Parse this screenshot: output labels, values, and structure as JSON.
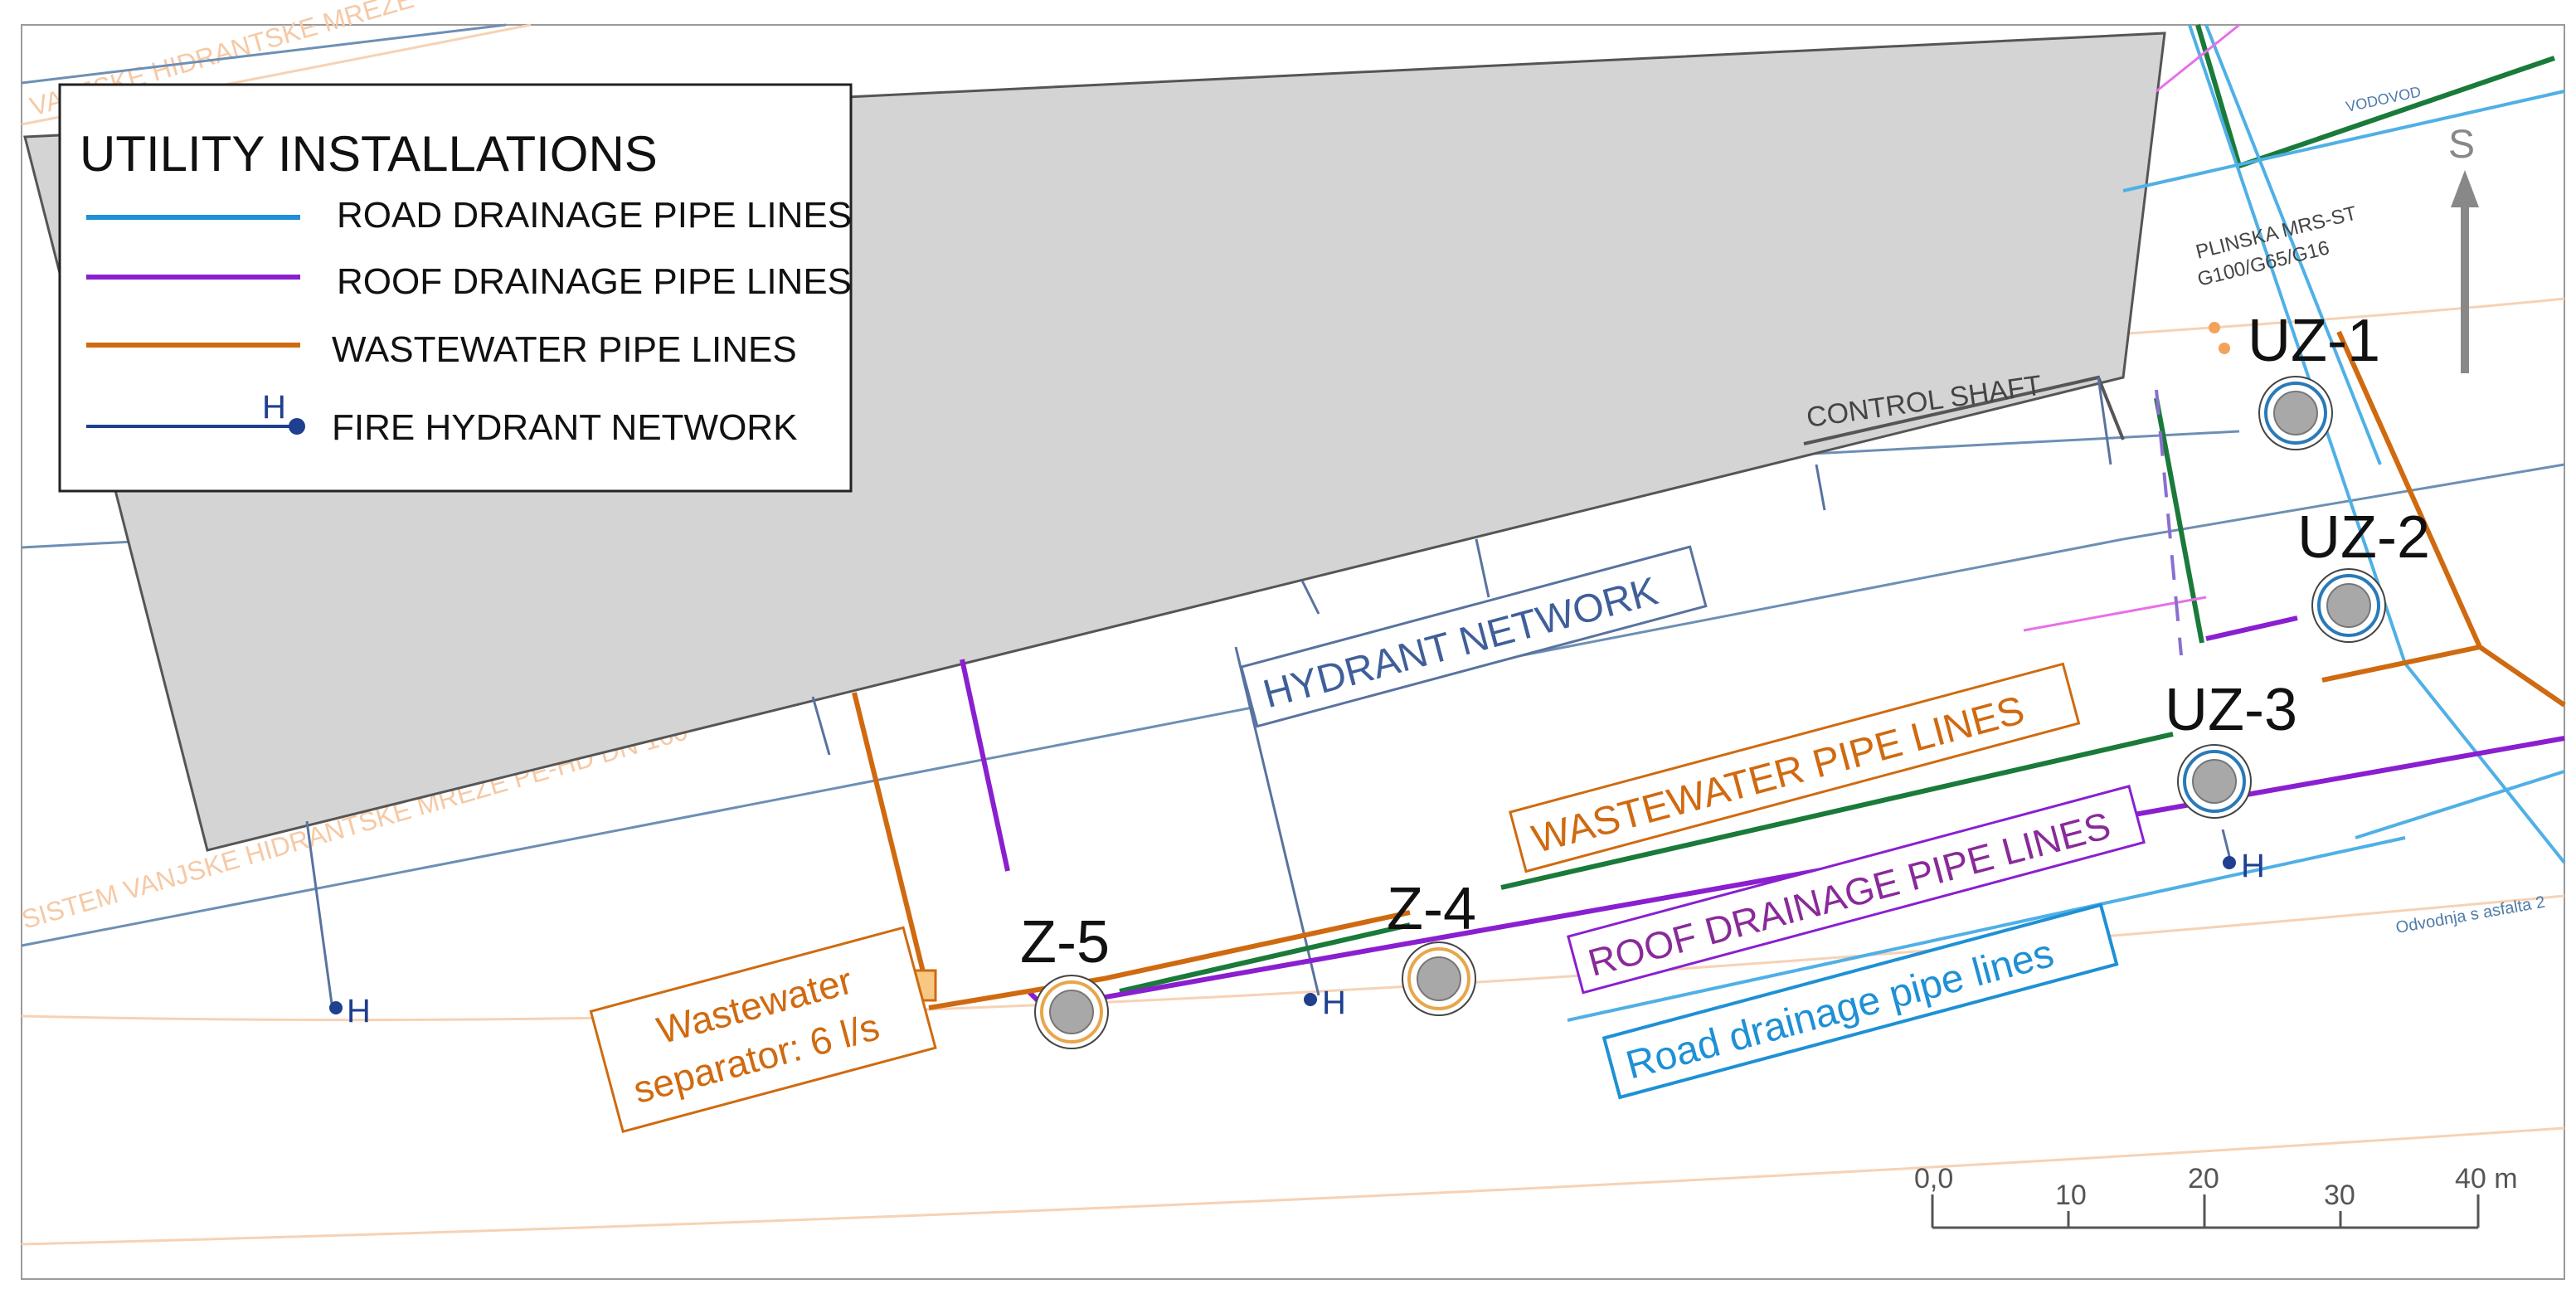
{
  "legend": {
    "title": "UTILITY INSTALLATIONS",
    "items": [
      {
        "label": "ROAD DRAINAGE PIPE LINES",
        "color": "#1e90d6"
      },
      {
        "label": "ROOF DRAINAGE PIPE LINES",
        "color": "#8a1fd0"
      },
      {
        "label": "WASTEWATER  PIPE LINES",
        "color": "#d06a10"
      },
      {
        "label": "FIRE HYDRANT NETWORK",
        "color": "#1f3f8f",
        "symbol_text": "H"
      }
    ]
  },
  "labels": {
    "control_shaft": "CONTROL SHAFT",
    "hydrant_network": "HYDRANT NETWORK",
    "wastewater": "WASTEWATER PIPE LINES",
    "roof_drainage": "ROOF DRAINAGE PIPE LINES",
    "road_drainage": "Road drainage pipe lines",
    "separator_line1": "Wastewater",
    "separator_line2": "separator: 6 l/s",
    "plinska_line1": "PLINSKA MRS-ST",
    "plinska_line2": "G100/G65/G16",
    "vodovod": "VODOVOD",
    "odvodnja": "Odvodnja s asfalta 2",
    "bg_hydrant_text": "SISTEM VANJSKE HIDRANTSKE MREŽE PE-HD  DN 160",
    "bg_hydrant_text_top": "VANJSKE HIDRANTSKE MREŽE"
  },
  "wells": [
    {
      "id": "uz1",
      "label": "UZ-1"
    },
    {
      "id": "uz2",
      "label": "UZ-2"
    },
    {
      "id": "uz3",
      "label": "UZ-3"
    },
    {
      "id": "z4",
      "label": "Z-4"
    },
    {
      "id": "z5",
      "label": "Z-5"
    }
  ],
  "hydrant_marker": "H",
  "north_arrow": "S",
  "scale_bar": {
    "ticks": [
      "0,0",
      "10",
      "20",
      "30",
      "40 m"
    ]
  },
  "colors": {
    "building": "#d4d4d4",
    "road_drainage": "#1e90d6",
    "roof_drainage": "#8a1fd0",
    "wastewater": "#d06a10",
    "hydrant": "#1f3f8f",
    "gas": "#1a7a3a",
    "background_lines": "#f5c9a8"
  }
}
